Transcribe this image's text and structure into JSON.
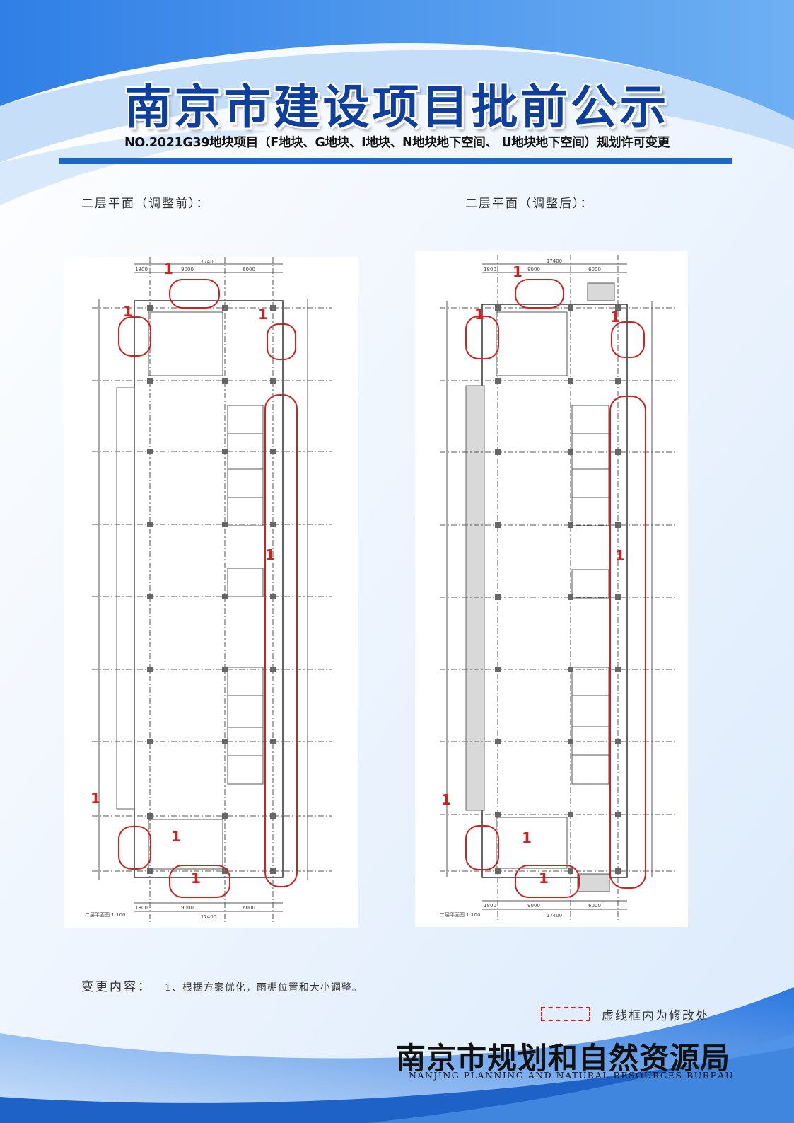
{
  "header": {
    "title": "南京市建设项目批前公示",
    "subtitle": "NO.2021G39地块项目（F地块、G地块、I地块、N地块地下空间、 U地块地下空间）规划许可变更"
  },
  "plans": [
    {
      "caption": "二层平面（调整前）：",
      "drawing_label": "二层平面图 1:100",
      "dims_top": [
        "17400",
        "1800",
        "9000",
        "6000"
      ],
      "dims_bottom": [
        "1800",
        "9000",
        "6000",
        "17400"
      ],
      "markers": [
        "1",
        "1",
        "1",
        "1",
        "1",
        "1",
        "1"
      ]
    },
    {
      "caption": "二层平面（调整后）：",
      "drawing_label": "二层平面图 1:100",
      "dims_top": [
        "17400",
        "1800",
        "9000",
        "6000"
      ],
      "dims_bottom": [
        "1800",
        "9000",
        "6000",
        "17400"
      ],
      "markers": [
        "1",
        "1",
        "1",
        "1",
        "1",
        "1",
        "1"
      ]
    }
  ],
  "change": {
    "label": "变更内容：",
    "text": "1、根据方案优化，雨棚位置和大小调整。"
  },
  "legend": {
    "text": "虚线框内为修改处"
  },
  "footer": {
    "org_cn": "南京市规划和自然资源局",
    "org_en": "NANJING PLANNING AND NATURAL RESOURCES BUREAU"
  },
  "colors": {
    "title": "#0f3f9c",
    "rule": "#1b66c6",
    "revision": "#d02020"
  }
}
